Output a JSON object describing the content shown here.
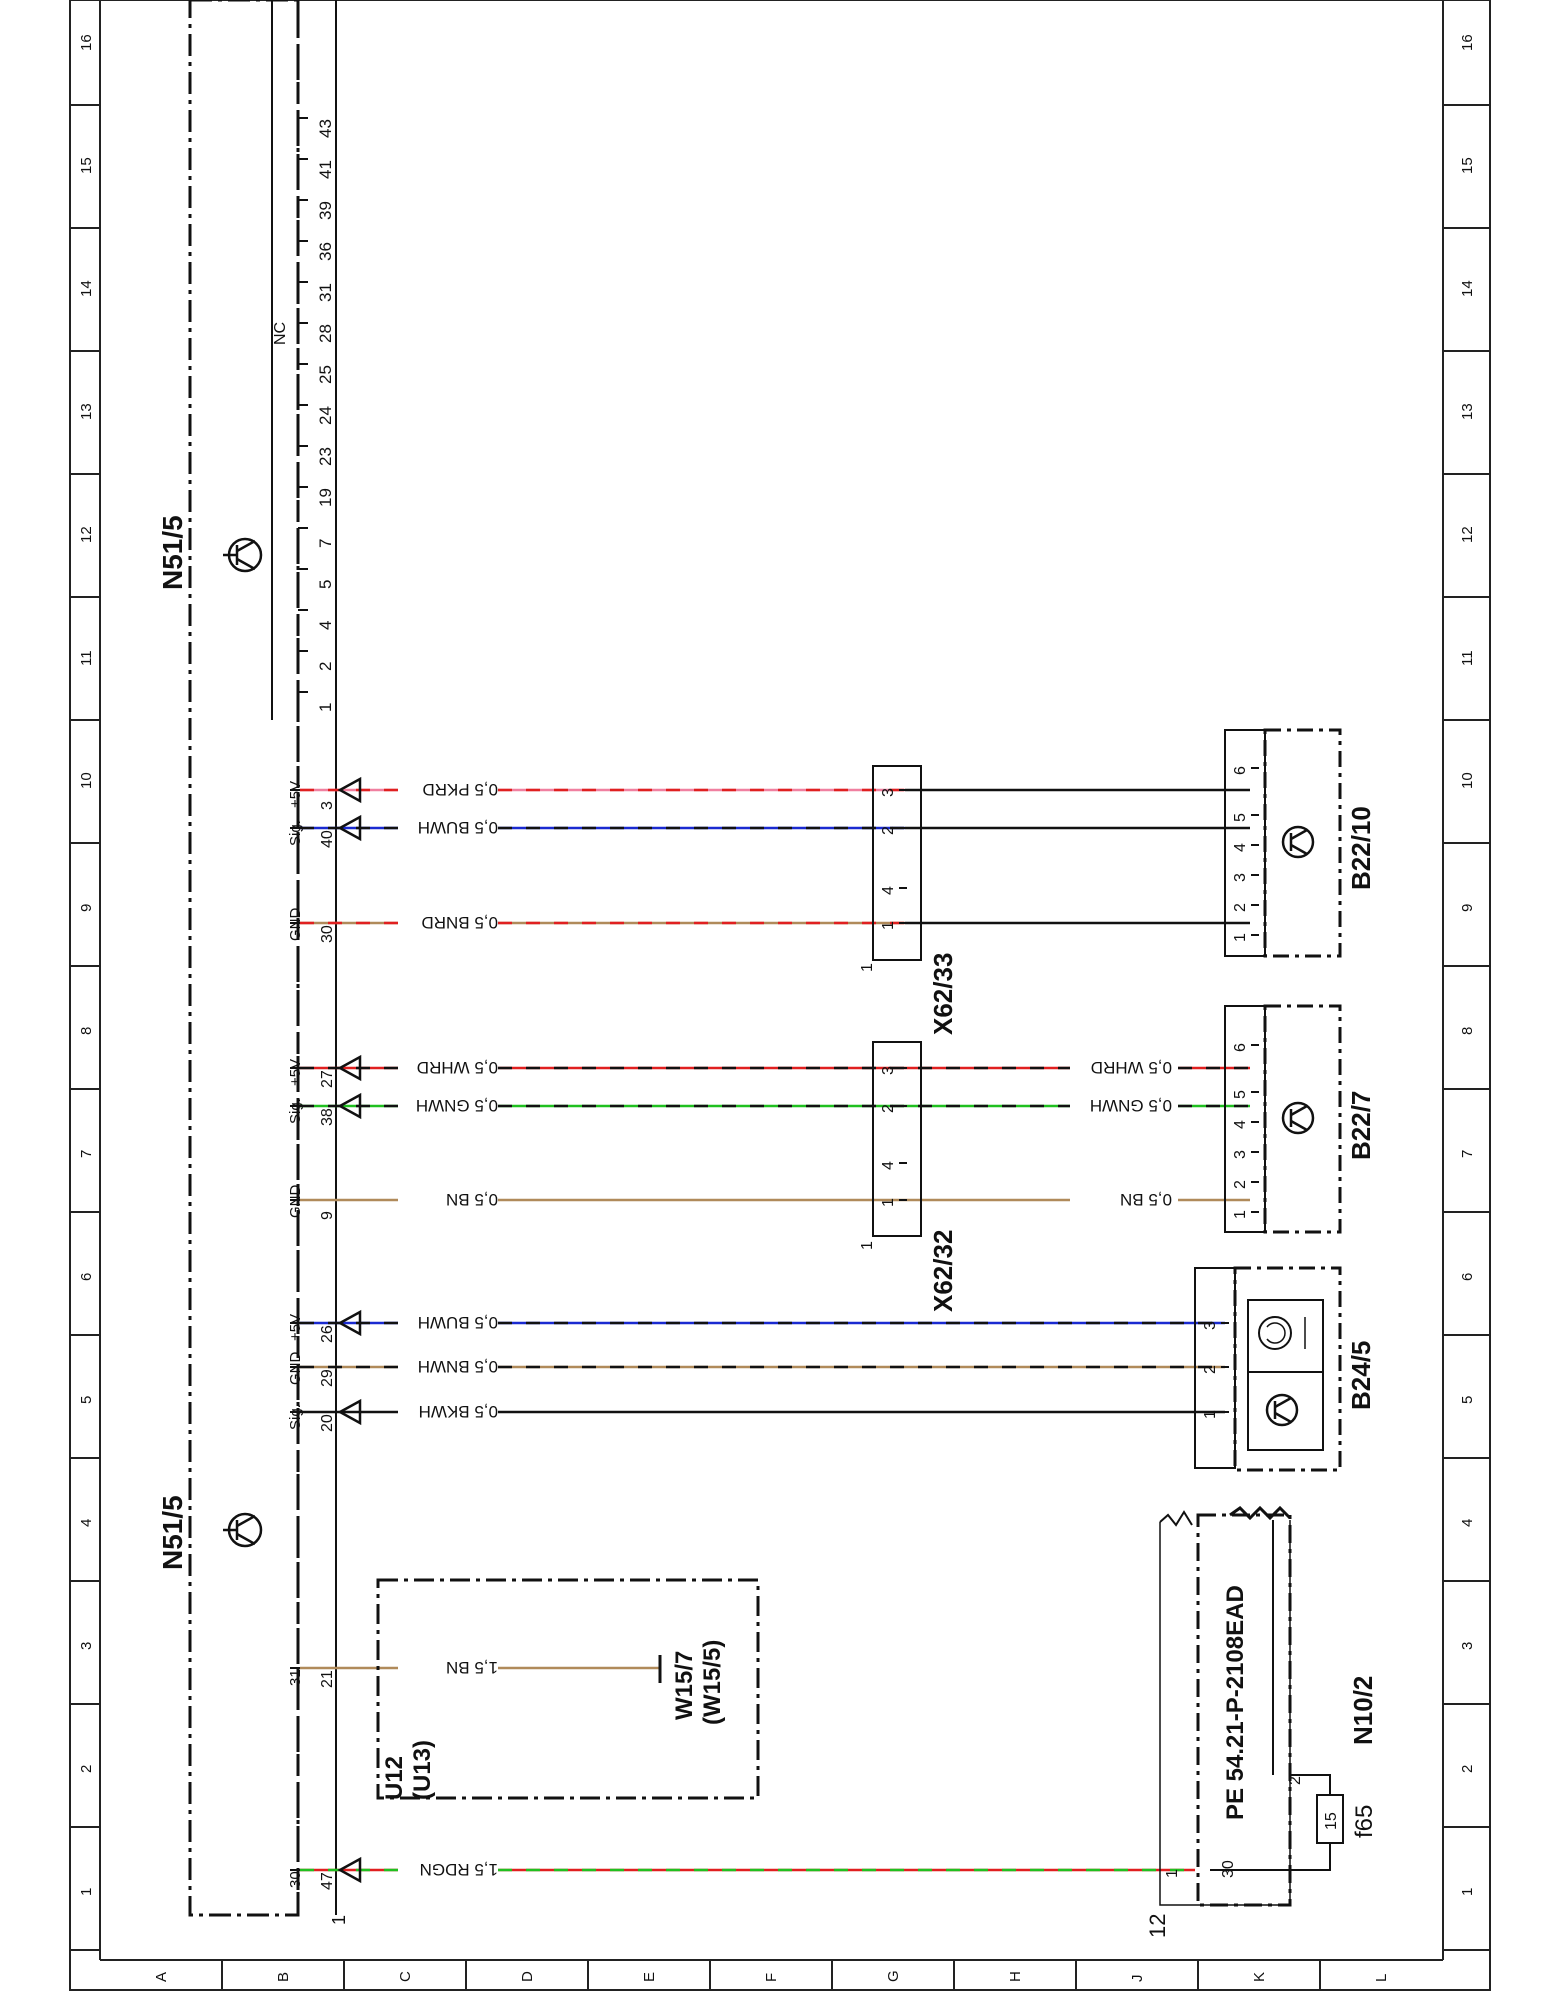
{
  "sheet": {
    "column_numbers": [
      "1",
      "2",
      "3",
      "4",
      "5",
      "6",
      "7",
      "8",
      "9",
      "10",
      "11",
      "12",
      "13",
      "14",
      "15",
      "16"
    ],
    "row_letters": [
      "A",
      "B",
      "C",
      "D",
      "E",
      "F",
      "G",
      "H",
      "J",
      "K",
      "L"
    ]
  },
  "components": {
    "control_unit_upper": "N51/5",
    "control_unit_lower": "N51/5",
    "sensor_b22_10": "B22/10",
    "sensor_b22_7": "B22/7",
    "sensor_b24_5": "B24/5",
    "connector_x62_33": "X62/33",
    "connector_x62_32": "X62/32",
    "u12_line1": "U12",
    "u12_line2": "(U13)",
    "ground_line1": "W15/7",
    "ground_line2": "(W15/5)",
    "fuse_box_label": "N10/2",
    "fuse_box_ref": "PE 54.21-P-2108EAD",
    "fuse_number": "15",
    "fuse_label": "f65",
    "fuse_box_pin_30": "30",
    "fuse_box_pin_1": "1",
    "fuse_box_pin_2": "2",
    "nc_label": "NC",
    "index_12": "12",
    "index_1_bottom": "1",
    "index_1_x33": "1",
    "index_1_x32": "1"
  },
  "n51_pins": [
    {
      "pin": "47",
      "signal": "30"
    },
    {
      "pin": "21",
      "signal": "31"
    },
    {
      "pin": "20",
      "signal": "Sig."
    },
    {
      "pin": "29",
      "signal": "GND"
    },
    {
      "pin": "26",
      "signal": "+5V"
    },
    {
      "pin": "9",
      "signal": "GND"
    },
    {
      "pin": "38",
      "signal": "Sig."
    },
    {
      "pin": "27",
      "signal": "+5V"
    },
    {
      "pin": "30",
      "signal": "GND"
    },
    {
      "pin": "40",
      "signal": "Sig."
    },
    {
      "pin": "3",
      "signal": "+5V"
    }
  ],
  "n51_top_pins": [
    "1",
    "2",
    "4",
    "5",
    "7",
    "19",
    "23",
    "24",
    "25",
    "28",
    "31",
    "36",
    "39",
    "41",
    "43"
  ],
  "wires": [
    {
      "label": "1,5 RDGN",
      "label_right": "",
      "colors": [
        "#e02020",
        "#20c020"
      ]
    },
    {
      "label": "1,5 BN",
      "label_right": "",
      "colors": [
        "#b08a5a",
        "#b08a5a"
      ]
    },
    {
      "label": "0,5 BKWH",
      "label_right": "",
      "colors": [
        "#111111",
        "#111111"
      ]
    },
    {
      "label": "0,5 BNWH",
      "label_right": "",
      "colors": [
        "#b08a5a",
        "#111111"
      ]
    },
    {
      "label": "0,5 BUWH",
      "label_right": "",
      "colors": [
        "#1a2ad0",
        "#111111"
      ]
    },
    {
      "label": "0,5 BN",
      "label_right": "0,5 BN",
      "colors": [
        "#b08a5a",
        "#b08a5a"
      ]
    },
    {
      "label": "0,5 GNWH",
      "label_right": "0,5 GNWH",
      "colors": [
        "#20c020",
        "#111111"
      ]
    },
    {
      "label": "0,5 WHRD",
      "label_right": "0,5 WHRD",
      "colors": [
        "#e02020",
        "#111111"
      ]
    },
    {
      "label": "0,5 BNRD",
      "label_right": "",
      "colors": [
        "#b08a5a",
        "#e02020"
      ]
    },
    {
      "label": "0,5 BUWH",
      "label_right": "",
      "colors": [
        "#1a2ad0",
        "#111111"
      ]
    },
    {
      "label": "0,5 PKRD",
      "label_right": "",
      "colors": [
        "#f080a0",
        "#e02020"
      ]
    }
  ],
  "connector_pins": {
    "x62_33": [
      "1",
      "4",
      "2",
      "3"
    ],
    "x62_32": [
      "1",
      "4",
      "2",
      "3"
    ],
    "b22_10": [
      "1",
      "2",
      "3",
      "4",
      "5",
      "6"
    ],
    "b22_7": [
      "1",
      "2",
      "3",
      "4",
      "5",
      "6"
    ],
    "b24_5": [
      "1",
      "2",
      "3"
    ]
  }
}
